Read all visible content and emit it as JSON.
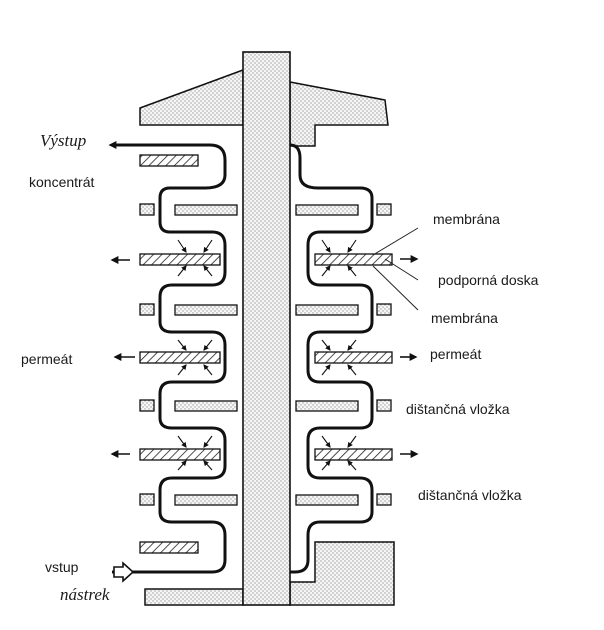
{
  "labels": {
    "outlet_word": "Výstup",
    "concentrate": "koncentrát",
    "membrane_1": "membrána",
    "support_plate": "podporná doska",
    "membrane_2": "membrána",
    "permeate_left": "permeát",
    "permeate_right": "permeát",
    "spacer_1": "dištančná vložka",
    "spacer_2": "dištančná vložka",
    "inlet_word": "vstup",
    "feed_word": "nástrek"
  },
  "colors": {
    "ink": "#1a1a1a",
    "stipple": "#ececec"
  }
}
